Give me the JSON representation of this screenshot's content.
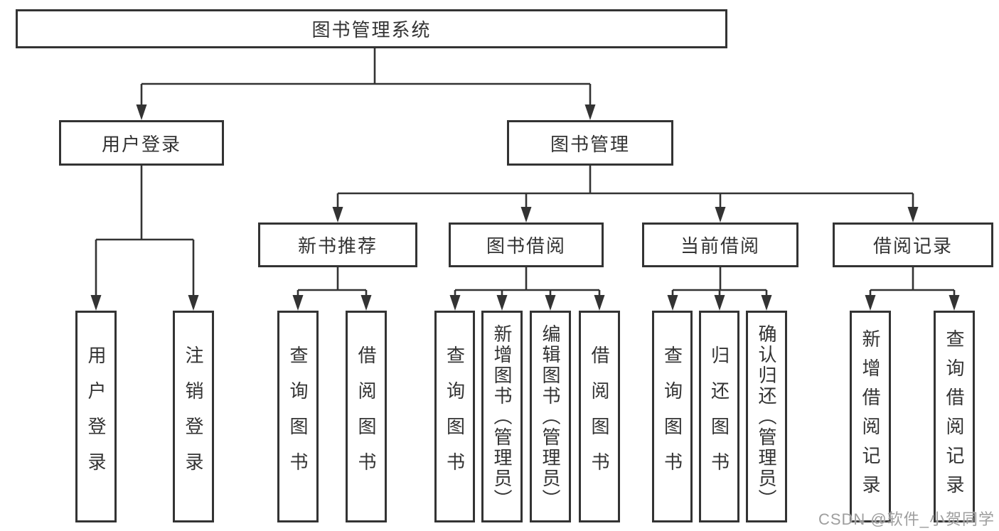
{
  "tree": {
    "label": "图书管理系统",
    "children": [
      {
        "label": "用户登录",
        "children": [
          {
            "label": "用户登录"
          },
          {
            "label": "注销登录"
          }
        ]
      },
      {
        "label": "图书管理",
        "children": [
          {
            "label": "新书推荐",
            "children": [
              {
                "label": "查询图书"
              },
              {
                "label": "借阅图书"
              }
            ]
          },
          {
            "label": "图书借阅",
            "children": [
              {
                "label": "查询图书"
              },
              {
                "label": "新增图书（管理员）"
              },
              {
                "label": "编辑图书（管理员）"
              },
              {
                "label": "借阅图书"
              }
            ]
          },
          {
            "label": "当前借阅",
            "children": [
              {
                "label": "查询图书"
              },
              {
                "label": "归还图书"
              },
              {
                "label": "确认归还（管理员）"
              }
            ]
          },
          {
            "label": "借阅记录",
            "children": [
              {
                "label": "新增借阅记录"
              },
              {
                "label": "查询借阅记录"
              }
            ]
          }
        ]
      }
    ]
  },
  "watermark": {
    "text": "CSDN @软件_小贺同学"
  },
  "colors": {
    "line": "#333333",
    "text": "#333333",
    "box_background": "#ffffff",
    "watermark": "#9e9e9e",
    "background": "#ffffff"
  }
}
